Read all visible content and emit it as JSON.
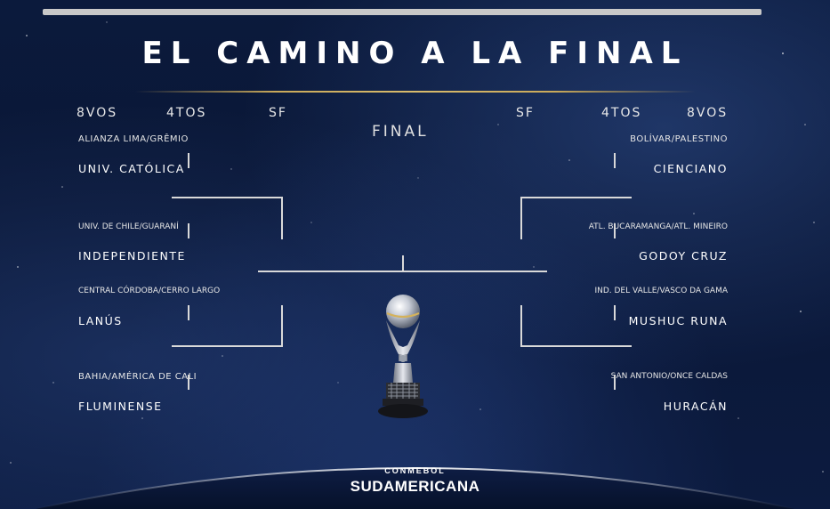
{
  "title": "EL CAMINO A LA FINAL",
  "headers": {
    "left": [
      "8VOS",
      "4TOS",
      "SF"
    ],
    "right": [
      "SF",
      "4TOS",
      "8VOS"
    ],
    "final": "FINAL"
  },
  "left_bracket": [
    {
      "pair": "ALIANZA LIMA/GRÊMIO",
      "team": "UNIV. CATÓLICA"
    },
    {
      "pair": "UNIV. DE CHILE/GUARANÍ",
      "team": "INDEPENDIENTE"
    },
    {
      "pair": "CENTRAL CÓRDOBA/CERRO LARGO",
      "team": "LANÚS"
    },
    {
      "pair": "BAHIA/AMÉRICA DE CALI",
      "team": "FLUMINENSE"
    }
  ],
  "right_bracket": [
    {
      "pair": "BOLÍVAR/PALESTINO",
      "team": "CIENCIANO"
    },
    {
      "pair": "ATL. BUCARAMANGA/ATL. MINEIRO",
      "team": "GODOY CRUZ"
    },
    {
      "pair": "IND. DEL VALLE/VASCO DA GAMA",
      "team": "MUSHUC RUNA"
    },
    {
      "pair": "SAN ANTONIO/ONCE CALDAS",
      "team": "HURACÁN"
    }
  ],
  "brand": {
    "small": "CONMEBOL",
    "name": "SUDAMERICANA"
  },
  "colors": {
    "background": "#0b1a3c",
    "lines": "#d9d9d9",
    "gold": "#c9a95a"
  },
  "icons": [
    "trophy-icon"
  ]
}
